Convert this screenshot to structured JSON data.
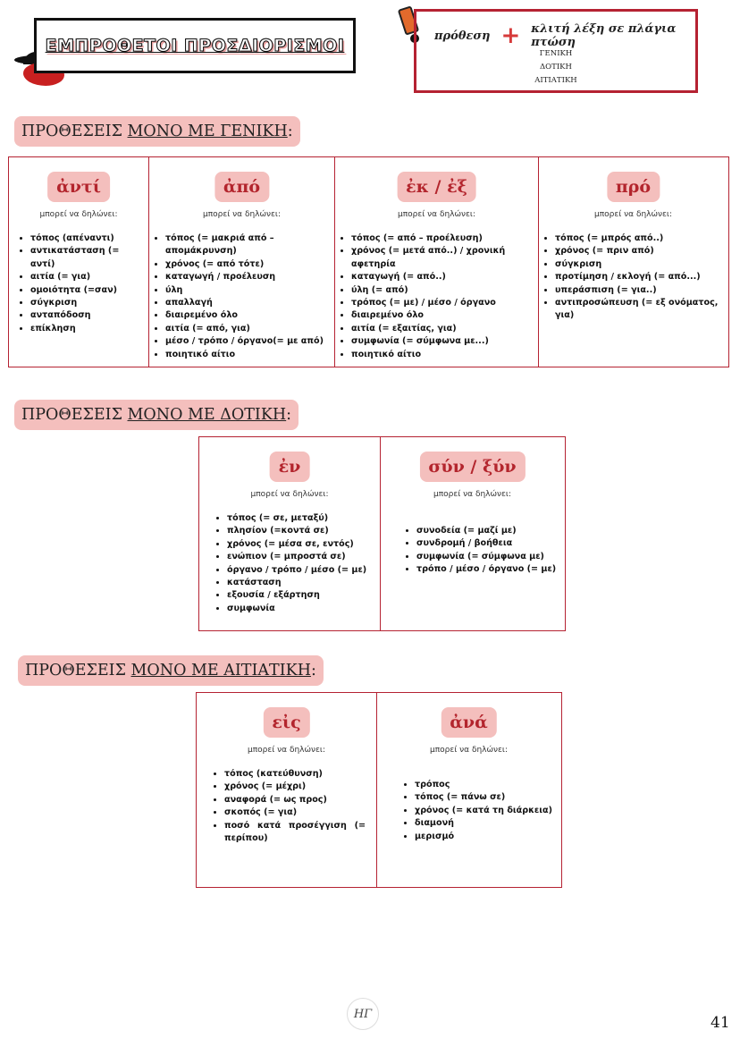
{
  "header": {
    "title": "ΕΜΠΡΟΘΕΤΟΙ ΠΡΟΣΔΙΟΡΙΣΜΟΙ",
    "formula_left": "πρόθεση",
    "formula_plus": "+",
    "formula_right": "κλιτή λέξη σε πλάγια πτώση",
    "cases": [
      "ΓΕΝΙΚΗ",
      "ΔΟΤΙΚΗ",
      "ΑΙΤΙΑΤΙΚΗ"
    ]
  },
  "sections": [
    {
      "heading_prefix": "ΠΡΟΘΕΣΕΙΣ ",
      "heading_underlined": "ΜΟΝΟ ΜΕ ΓΕΝΙΚΗ",
      "heading_suffix": ":",
      "columns": [
        {
          "preposition": "ἀντί",
          "subtitle": "μπορεί να δηλώνει:",
          "items": [
            "τόπος (απέναντι)",
            "αντικατάσταση (= αντί)",
            "αιτία (= για)",
            "ομοιότητα (=σαν)",
            "σύγκριση",
            "ανταπόδοση",
            "επίκληση"
          ]
        },
        {
          "preposition": "ἀπό",
          "subtitle": "μπορεί να δηλώνει:",
          "items": [
            "τόπος (= μακριά από – απομάκρυνση)",
            "χρόνος (= από τότε)",
            "καταγωγή / προέλευση",
            "ύλη",
            "απαλλαγή",
            "διαιρεμένο όλο",
            "αιτία (= από, για)",
            "μέσο / τρόπο / όργανο(= με από)",
            "ποιητικό αίτιο"
          ]
        },
        {
          "preposition": "ἐκ / ἐξ",
          "subtitle": "μπορεί να δηλώνει:",
          "items": [
            "τόπος (= από – προέλευση)",
            "χρόνος (= μετά από..) / χρονική αφετηρία",
            "καταγωγή (= από..)",
            "ύλη (= από)",
            "τρόπος (= με) / μέσο / όργανο",
            "διαιρεμένο όλο",
            "αιτία (= εξαιτίας, για)",
            "συμφωνία (= σύμφωνα με...)",
            "ποιητικό αίτιο"
          ]
        },
        {
          "preposition": "πρό",
          "subtitle": "μπορεί να δηλώνει:",
          "items": [
            "τόπος (= μπρός από..)",
            "χρόνος (= πριν από)",
            "σύγκριση",
            "προτίμηση / εκλογή (= από...)",
            "υπεράσπιση (= για..)",
            "αντιπροσώπευση (= εξ ονόματος, για)"
          ]
        }
      ]
    },
    {
      "heading_prefix": "ΠΡΟΘΕΣΕΙΣ ",
      "heading_underlined": "ΜΟΝΟ ΜΕ ΔΟΤΙΚΗ",
      "heading_suffix": ":",
      "columns": [
        {
          "preposition": "ἐν",
          "subtitle": "μπορεί να δηλώνει:",
          "items": [
            "τόπος (= σε, μεταξύ)",
            "πλησίον (=κοντά σε)",
            "χρόνος (= μέσα σε, εντός)",
            "ενώπιον (= μπροστά σε)",
            "όργανο / τρόπο / μέσο (= με)",
            "κατάσταση",
            "εξουσία / εξάρτηση",
            "συμφωνία"
          ]
        },
        {
          "preposition": "σύν / ξύν",
          "subtitle": "μπορεί να δηλώνει:",
          "items": [
            "συνοδεία (= μαζί με)",
            "συνδρομή / βοήθεια",
            "συμφωνία (= σύμφωνα με)",
            "τρόπο / μέσο / όργανο (= με)"
          ]
        }
      ]
    },
    {
      "heading_prefix": "ΠΡΟΘΕΣΕΙΣ ",
      "heading_underlined": "ΜΟΝΟ ΜΕ ΑΙΤΙΑΤΙΚΗ",
      "heading_suffix": ":",
      "columns": [
        {
          "preposition": "εἰς",
          "subtitle": "μπορεί να δηλώνει:",
          "items": [
            "τόπος (κατεύθυνση)",
            "χρόνος (= μέχρι)",
            "αναφορά (= ως προς)",
            "σκοπός (= για)",
            "ποσό κατά προσέγγιση (= περίπου)"
          ]
        },
        {
          "preposition": "ἀνά",
          "subtitle": "μπορεί να δηλώνει:",
          "items": [
            "τρόπος",
            "τόπος (= πάνω σε)",
            "χρόνος (= κατά τη διάρκεια)",
            "διαμονή",
            "μερισμό"
          ]
        }
      ]
    }
  ],
  "footer": {
    "logo_text": "ΗΓ",
    "page_number": "41"
  }
}
